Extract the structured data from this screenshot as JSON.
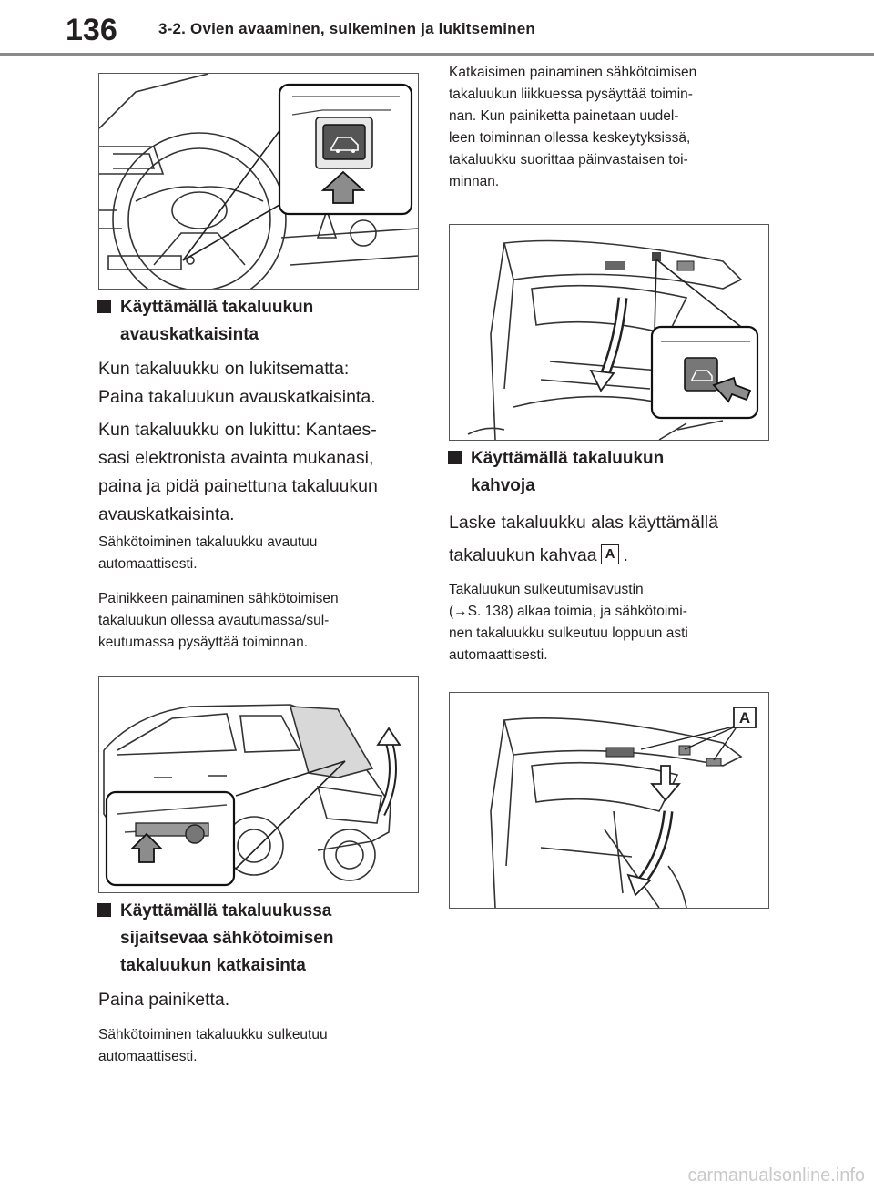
{
  "header": {
    "page_number": "136",
    "section_title": "3-2. Ovien avaaminen, sulkeminen ja lukitseminen"
  },
  "left": {
    "heading1_line1": "Käyttämällä takaluukun",
    "heading1_line2": "avauskatkaisinta",
    "p1_line1": "Kun takaluukku on lukitsematta:",
    "p1_line2": "Paina takaluukun avauskatkaisinta.",
    "p2_line1": "Kun takaluukku on lukittu: Kantaes-",
    "p2_line2": "sasi elektronista avainta mukanasi,",
    "p2_line3": "paina ja pidä painettuna takaluukun",
    "p2_line4": "avauskatkaisinta.",
    "s1_line1": "Sähkötoiminen takaluukku avautuu",
    "s1_line2": "automaattisesti.",
    "s2_line1": "Painikkeen painaminen sähkötoimisen",
    "s2_line2": "takaluukun ollessa avautumassa/sul-",
    "s2_line3": "keutumassa pysäyttää toiminnan.",
    "heading2_line1": "Käyttämällä takaluukussa",
    "heading2_line2": "sijaitsevaa sähkötoimisen",
    "heading2_line3": "takaluukun katkaisinta",
    "p3": "Paina painiketta.",
    "s3_line1": "Sähkötoiminen takaluukku sulkeutuu",
    "s3_line2": "automaattisesti."
  },
  "right": {
    "s4_line1": "Katkaisimen painaminen sähkötoimisen",
    "s4_line2": "takaluukun liikkuessa pysäyttää toimin-",
    "s4_line3": "nan. Kun painiketta painetaan uudel-",
    "s4_line4": "leen toiminnan ollessa keskeytyksissä,",
    "s4_line5": "takaluukku suorittaa päinvastaisen toi-",
    "s4_line6": "minnan.",
    "heading3_line1": "Käyttämällä takaluukun",
    "heading3_line2": "kahvoja",
    "p4_line1": "Laske takaluukku alas käyttämällä",
    "p4_line2_pre": "takaluukun kahvaa",
    "p4_label": "A",
    "p4_line2_post": ".",
    "s5_line1": "Takaluukun sulkeutumisavustin",
    "s5_line2": "(→S. 138) alkaa toimia, ja sähkötoimi-",
    "s5_line3": "nen takaluukku sulkeutuu loppuun asti",
    "s5_line4": "automaattisesti.",
    "figure_label": "A"
  },
  "footer": {
    "watermark": "carmanualsonline.info"
  }
}
